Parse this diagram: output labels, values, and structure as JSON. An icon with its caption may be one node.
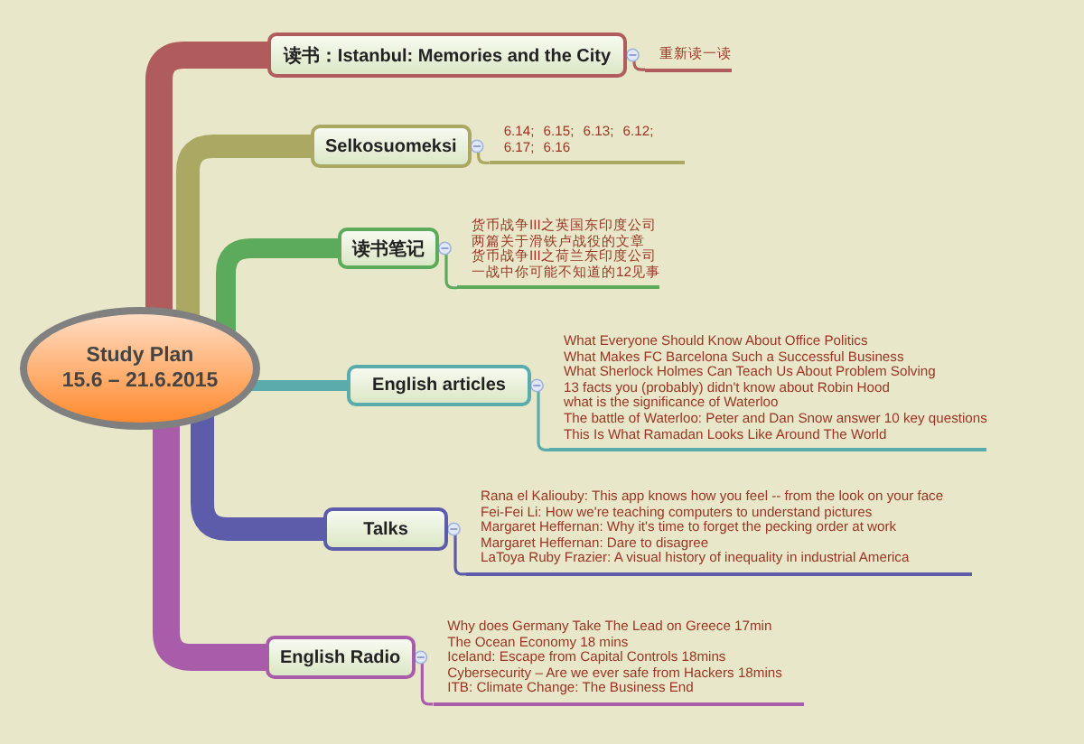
{
  "diagram": {
    "nodes": [
      {
        "text": [
          "Study Plan",
          "15.6 – 21.6.2015"
        ]
      },
      {
        "text": [
          "读书：Istanbul: Memories and the City"
        ]
      },
      {
        "text": [
          "重新读一读"
        ]
      },
      {
        "text": [
          "Selkosuomeksi"
        ]
      },
      {
        "text": [
          "6.14; 6.15; 6.13; 6.12; 6.17; 6.16"
        ]
      },
      {
        "text": [
          "读书笔记"
        ]
      },
      {
        "text": [
          "货币战争III之英国东印度公司",
          "两篇关于滑铁卢战役的文章",
          "货币战争III之荷兰东印度公司",
          "一战中你可能不知道的12见事"
        ]
      },
      {
        "text": [
          "English articles"
        ]
      },
      {
        "text": [
          "What Everyone Should Know About Office Politics",
          "What Makes FC Barcelona Such a Successful Business",
          "What Sherlock Holmes Can Teach Us About Problem Solving",
          "13 facts you (probably) didn't know about Robin Hood",
          "what is the significance of Waterloo",
          "The battle of Waterloo: Peter and Dan Snow answer 10 key questions",
          "This Is What Ramadan Looks Like Around The World"
        ]
      },
      {
        "text": [
          "Talks"
        ]
      },
      {
        "text": [
          "Rana el Kaliouby: This app knows how you feel -- from the look on your face",
          "Fei-Fei Li: How we're teaching computers to understand pictures",
          "Margaret Heffernan: Why it's time to forget the pecking order at work",
          "Margaret Heffernan: Dare to disagree",
          "LaToya Ruby Frazier: A visual history of inequality in industrial America"
        ]
      },
      {
        "text": [
          "English Radio"
        ]
      },
      {
        "text": [
          "Why does Germany Take The Lead on Greece 17min",
          "The Ocean Economy 18 mins",
          "Iceland: Escape from Capital Controls 18mins",
          "Cybersecurity – Are we ever safe from Hackers 18mins",
          "ITB: Climate Change: The Business End"
        ]
      }
    ],
    "edges": [
      {
        "from": 0,
        "to": 1,
        "arrow": "none",
        "style": "thick",
        "color": "#b05c5c"
      },
      {
        "from": 0,
        "to": 3,
        "arrow": "none",
        "style": "thick",
        "color": "#aaa862"
      },
      {
        "from": 0,
        "to": 5,
        "arrow": "none",
        "style": "thick",
        "color": "#5cab5c"
      },
      {
        "from": 0,
        "to": 7,
        "arrow": "none",
        "style": "thick",
        "color": "#5aabab"
      },
      {
        "from": 0,
        "to": 9,
        "arrow": "none",
        "style": "thick",
        "color": "#5c5cab"
      },
      {
        "from": 0,
        "to": 11,
        "arrow": "none",
        "style": "thick",
        "color": "#a95ca9"
      },
      {
        "from": 1,
        "to": 2,
        "arrow": "other",
        "color": "#b05c5c"
      },
      {
        "from": 3,
        "to": 4,
        "arrow": "other",
        "color": "#aaa862"
      },
      {
        "from": 5,
        "to": 6,
        "arrow": "other",
        "color": "#5cab5c"
      },
      {
        "from": 7,
        "to": 8,
        "arrow": "other",
        "color": "#5aabab"
      },
      {
        "from": 9,
        "to": 10,
        "arrow": "other",
        "color": "#5c5cab"
      },
      {
        "from": 11,
        "to": 12,
        "arrow": "other",
        "color": "#a95ca9"
      }
    ]
  }
}
